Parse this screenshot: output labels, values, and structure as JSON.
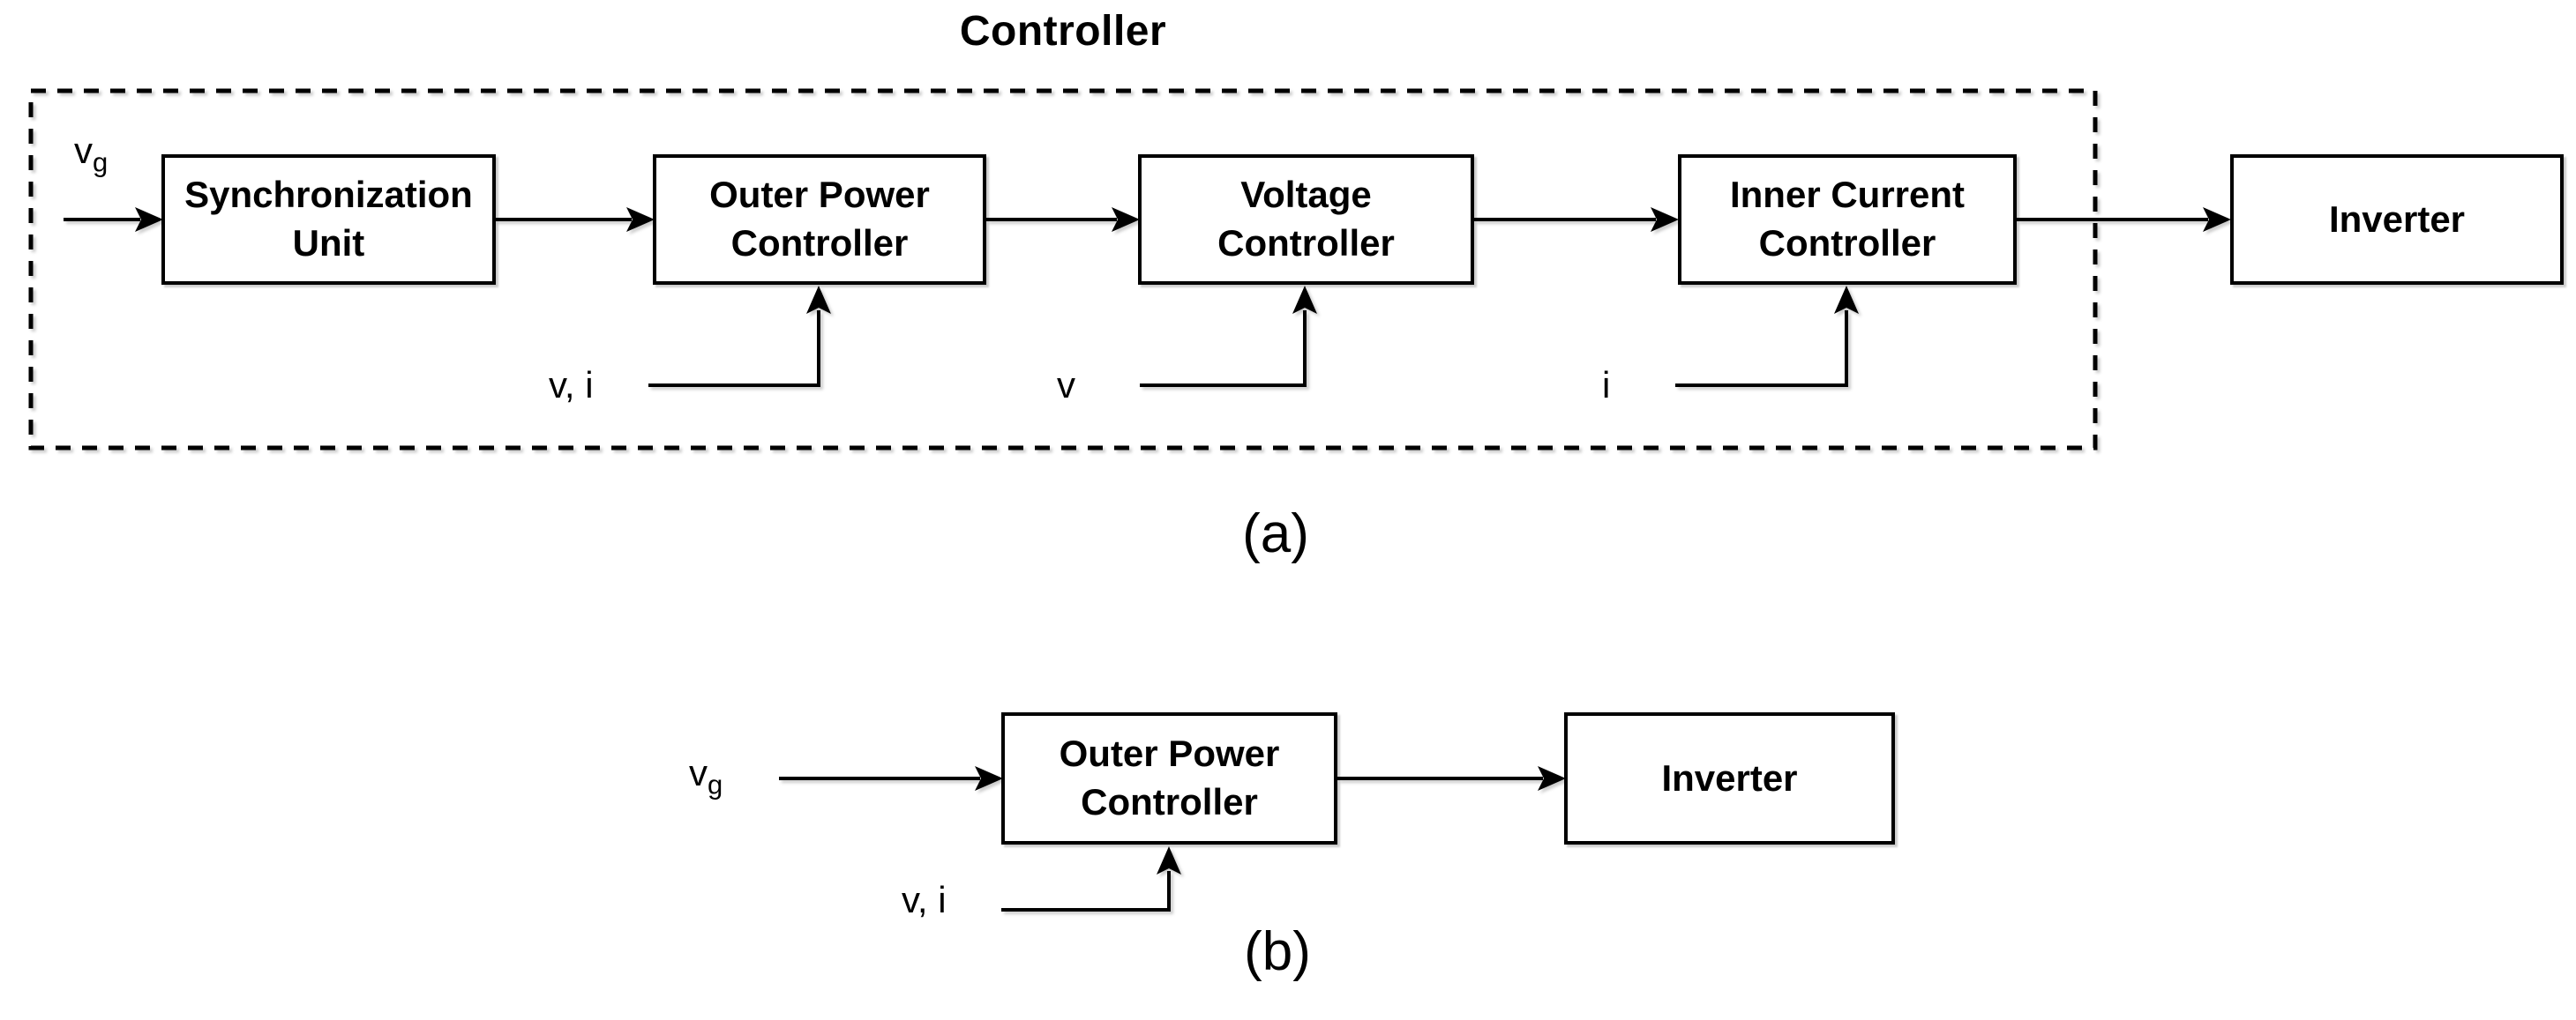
{
  "colors": {
    "ink": "#000000",
    "bg": "#ffffff"
  },
  "part_a": {
    "frame_label": "Controller",
    "caption": "(a)",
    "input_signal": {
      "base": "v",
      "subscript": "g"
    },
    "blocks": [
      {
        "label": "Synchronization\nUnit"
      },
      {
        "label": "Outer Power\nController"
      },
      {
        "label": "Voltage\nController"
      },
      {
        "label": "Inner Current\nController"
      },
      {
        "label": "Inverter"
      }
    ],
    "feedback_signals": [
      {
        "label": "v, i"
      },
      {
        "label": "v"
      },
      {
        "label": "i"
      }
    ]
  },
  "part_b": {
    "caption": "(b)",
    "input_signal": {
      "base": "v",
      "subscript": "g"
    },
    "blocks": [
      {
        "label": "Outer Power\nController"
      },
      {
        "label": "Inverter"
      }
    ],
    "feedback_signals": [
      {
        "label": "v, i"
      }
    ]
  }
}
